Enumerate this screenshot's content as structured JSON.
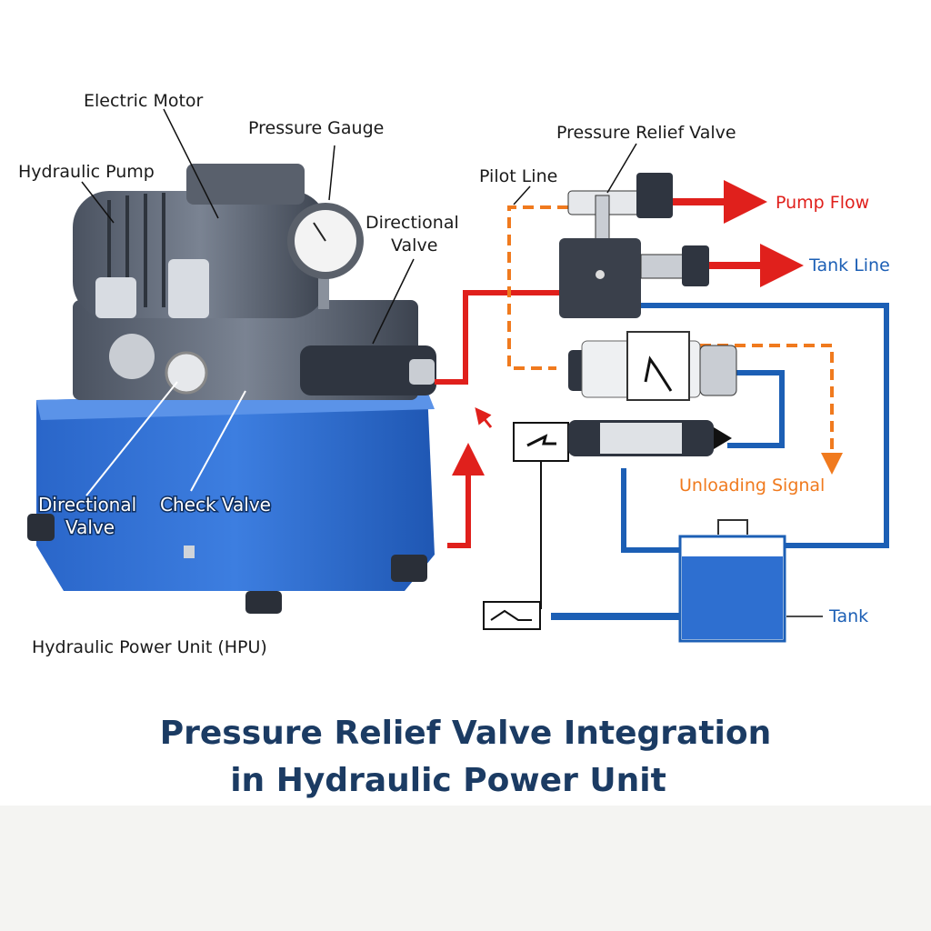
{
  "hpu": {
    "labels": {
      "electric_motor": "Electric Motor",
      "pressure_gauge": "Pressure Gauge",
      "hydraulic_pump": "Hydraulic Pump",
      "directional_valve_top_1": "Directional",
      "directional_valve_top_2": "Valve",
      "directional_valve_bottom_1": "Directional",
      "directional_valve_bottom_2": "Valve",
      "check_valve": "Check Valve",
      "caption": "Hydraulic Power Unit (HPU)"
    }
  },
  "schematic": {
    "labels": {
      "pressure_relief_valve": "Pressure Relief Valve",
      "pilot_line": "Pilot Line",
      "pump_flow": "Pump Flow",
      "tank_line": "Tank Line",
      "unloading_signal": "Unloading Signal",
      "tank": "Tank"
    }
  },
  "title": {
    "line1": "Pressure Relief Valve Integration",
    "line2": "in Hydraulic Power Unit"
  },
  "colors": {
    "pressure_line": "#e0201c",
    "tank_line": "#1c5fb5",
    "pilot_line": "#f07a1e",
    "title": "#1b3b63",
    "reservoir": "#2e6fd0"
  }
}
